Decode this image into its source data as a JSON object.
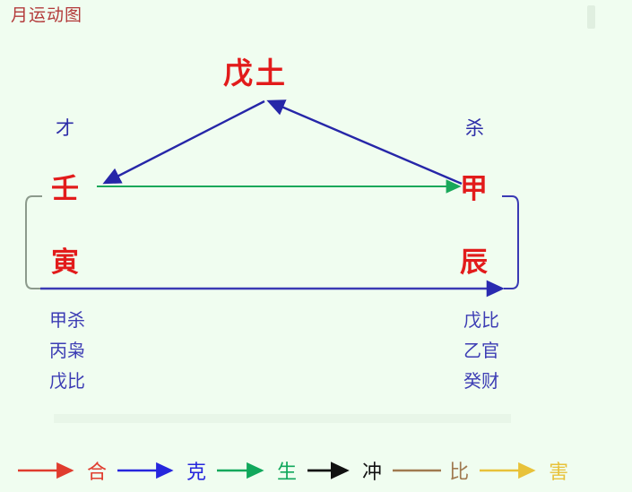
{
  "page": {
    "title": "月运动图",
    "background_color": "#f0fdf0",
    "title_color": "#b33a3a"
  },
  "diagram": {
    "top_node": {
      "label": "戊土",
      "color": "#e21b1b"
    },
    "left_column": {
      "ten_god_label": {
        "label": "才",
        "color": "#2c2ca8"
      },
      "stem": {
        "label": "壬",
        "color": "#e21b1b"
      },
      "branch": {
        "label": "寅",
        "color": "#e21b1b"
      },
      "hidden_stems": [
        {
          "label": "甲杀"
        },
        {
          "label": "丙枭"
        },
        {
          "label": "戊比"
        }
      ]
    },
    "right_column": {
      "ten_god_label": {
        "label": "杀",
        "color": "#2c2ca8"
      },
      "stem": {
        "label": "甲",
        "color": "#e21b1b"
      },
      "branch": {
        "label": "辰",
        "color": "#e21b1b"
      },
      "hidden_stems": [
        {
          "label": "戊比"
        },
        {
          "label": "乙官"
        },
        {
          "label": "癸财"
        }
      ]
    },
    "relations": [
      {
        "name": "jia-to-wu-ke",
        "from": "甲",
        "to": "戊土",
        "type": "克",
        "color": "#2626a8"
      },
      {
        "name": "wu-to-ren-ke",
        "from": "戊土",
        "to": "壬",
        "type": "克",
        "color": "#2626a8"
      },
      {
        "name": "ren-to-jia-sheng",
        "from": "壬",
        "to": "甲",
        "type": "生",
        "color": "#1aa85a"
      },
      {
        "name": "yin-to-chen-ke",
        "from": "寅",
        "to": "辰",
        "type": "克",
        "color": "#3a3ab4"
      }
    ]
  },
  "legend": {
    "items": [
      {
        "label": "合",
        "color": "#e03c2e",
        "arrow": true,
        "name": "he"
      },
      {
        "label": "克",
        "color": "#2626dd",
        "arrow": true,
        "name": "ke"
      },
      {
        "label": "生",
        "color": "#11a85c",
        "arrow": true,
        "name": "sheng"
      },
      {
        "label": "冲",
        "color": "#111111",
        "arrow": true,
        "name": "chong"
      },
      {
        "label": "比",
        "color": "#a07a50",
        "arrow": false,
        "name": "bi"
      },
      {
        "label": "害",
        "color": "#e8c23a",
        "arrow": true,
        "name": "hai"
      }
    ]
  }
}
